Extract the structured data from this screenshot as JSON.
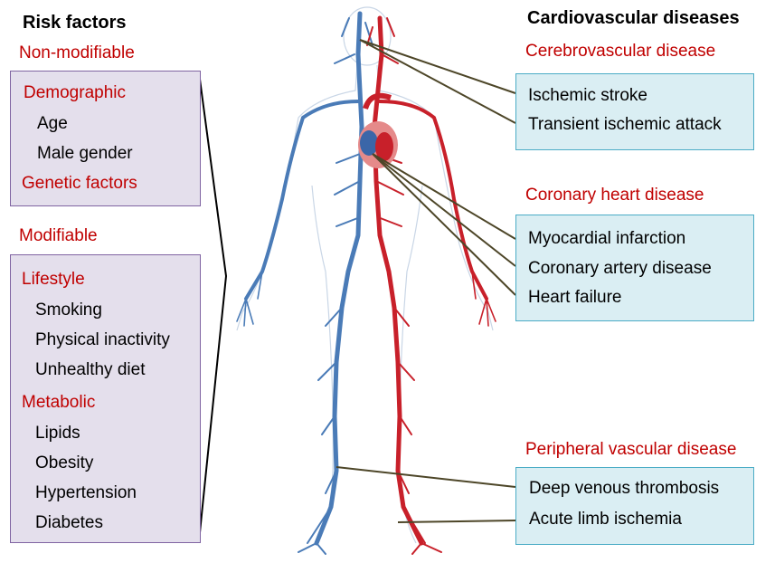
{
  "left": {
    "title": "Risk factors",
    "nonmod_label": "Non-modifiable",
    "box1": {
      "demographic": "Demographic",
      "items1": [
        "Age",
        "Male gender"
      ],
      "genetic": "Genetic factors"
    },
    "mod_label": "Modifiable",
    "box2": {
      "lifestyle": "Lifestyle",
      "lifestyle_items": [
        "Smoking",
        "Physical inactivity",
        "Unhealthy diet"
      ],
      "metabolic": "Metabolic",
      "metabolic_items": [
        "Lipids",
        "Obesity",
        "Hypertension",
        "Diabetes"
      ]
    }
  },
  "right": {
    "title": "Cardiovascular diseases",
    "groups": [
      {
        "label": "Cerebrovascular disease",
        "items": [
          "Ischemic stroke",
          "Transient ischemic attack"
        ]
      },
      {
        "label": "Coronary heart disease",
        "items": [
          "Myocardial infarction",
          "Coronary artery disease",
          "Heart failure"
        ]
      },
      {
        "label": "Peripheral vascular disease",
        "items": [
          "Deep venous thrombosis",
          "Acute limb ischemia"
        ]
      }
    ]
  },
  "colors": {
    "red_text": "#c00000",
    "left_fill": "#e4dfec",
    "left_border": "#8064a2",
    "right_fill": "#daeef3",
    "right_border": "#4bacc6",
    "connector": "#4d4628",
    "artery": "#c8202a",
    "vein": "#4a7bb7"
  }
}
